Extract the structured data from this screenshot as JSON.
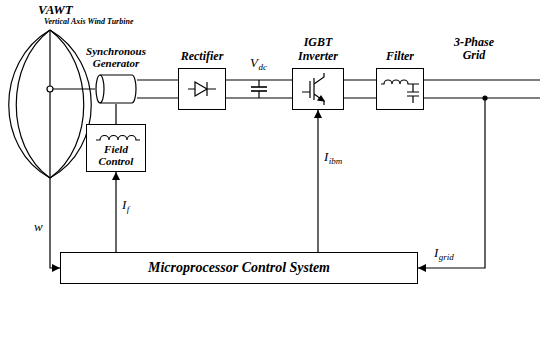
{
  "diagram": {
    "nodes": [
      {
        "text": [
          "Synchronous Generator"
        ]
      },
      {
        "text": [
          "Rectifier"
        ]
      },
      {
        "text": [
          "IGBT Inverter"
        ]
      },
      {
        "text": [
          "Filter"
        ]
      },
      {
        "text": [
          "Field Control"
        ]
      },
      {
        "text": [
          "Microprocessor Control System"
        ]
      }
    ],
    "edges": [
      {
        "from": 0,
        "to": 1,
        "arrow": "none"
      },
      {
        "from": 1,
        "to": 2,
        "arrow": "none"
      },
      {
        "from": 2,
        "to": 3,
        "arrow": "none"
      },
      {
        "from": 4,
        "to": 0,
        "arrow": "none"
      },
      {
        "from": 5,
        "to": 4,
        "arrow": "to"
      },
      {
        "from": 5,
        "to": 2,
        "arrow": "to"
      }
    ],
    "labels": [
      "VAWT",
      "Vertical Axis Wind Turbine",
      "V",
      "dc",
      "3-Phase Grid",
      "I",
      "f",
      "I",
      "ibm",
      "w",
      "I",
      "grid"
    ]
  }
}
